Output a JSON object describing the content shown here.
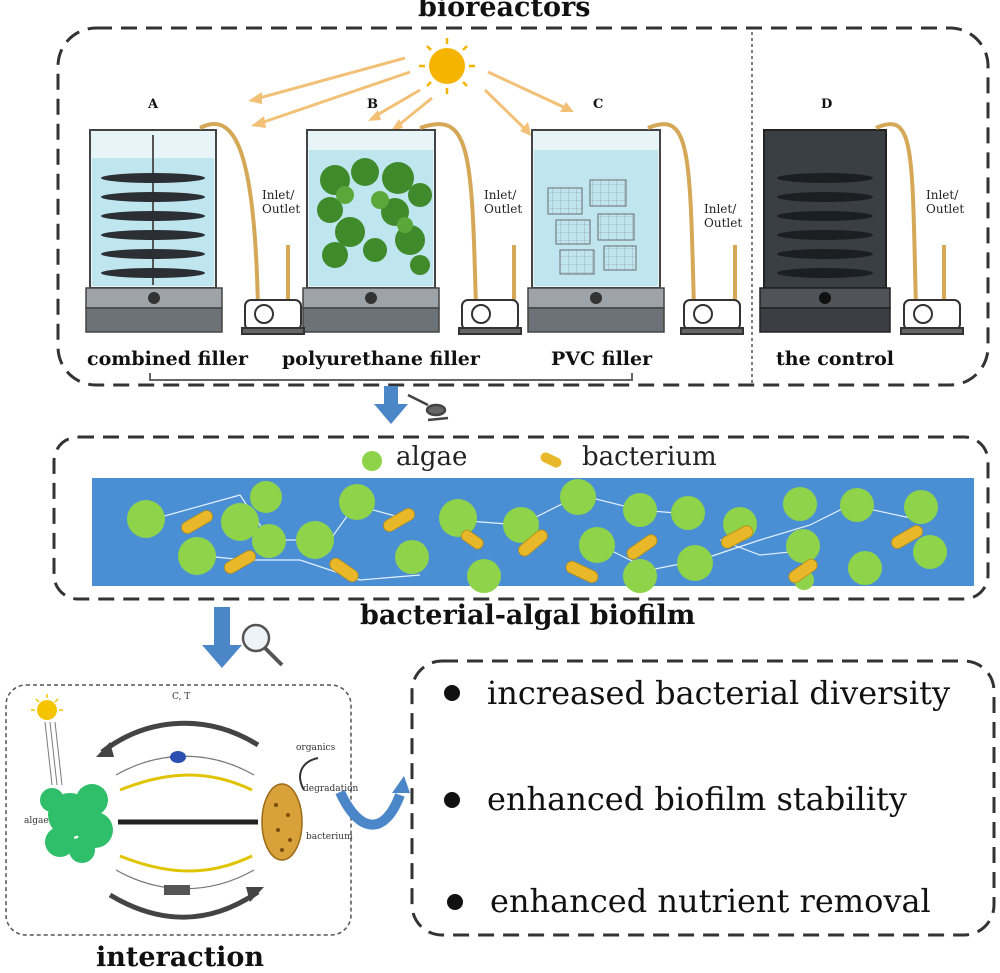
{
  "titles": {
    "bioreactors": "bioreactors",
    "biofilm": "bacterial-algal biofilm",
    "interaction": "interaction"
  },
  "reactors": [
    {
      "letter": "A",
      "label": "combined filler",
      "inlet": "Inlet/ Outlet"
    },
    {
      "letter": "B",
      "label": "polyurethane filler",
      "inlet": "Inlet/ Outlet"
    },
    {
      "letter": "C",
      "label": "PVC filler",
      "inlet": "Inlet/ Outlet"
    },
    {
      "letter": "D",
      "label": "the control",
      "inlet": "Inlet/ Outlet"
    }
  ],
  "legend": {
    "algae": "algae",
    "bacterium": "bacterium"
  },
  "interaction_labels": {
    "top": "C, T",
    "algal_side": "algae",
    "bacterial_side": "bacterium",
    "nutrients": "organics",
    "degradation": "degradation"
  },
  "outcomes": [
    "increased bacterial diversity",
    "enhanced biofilm stability",
    "enhanced nutrient removal"
  ],
  "colors": {
    "water": "#bfe6ef",
    "biofilm_band": "#4a8fd4",
    "algae": "#8fd34a",
    "bacterium": "#e8b82a",
    "sun": "#f5b400",
    "arrow_blue": "#4a86c8",
    "tube": "#d4a857"
  }
}
